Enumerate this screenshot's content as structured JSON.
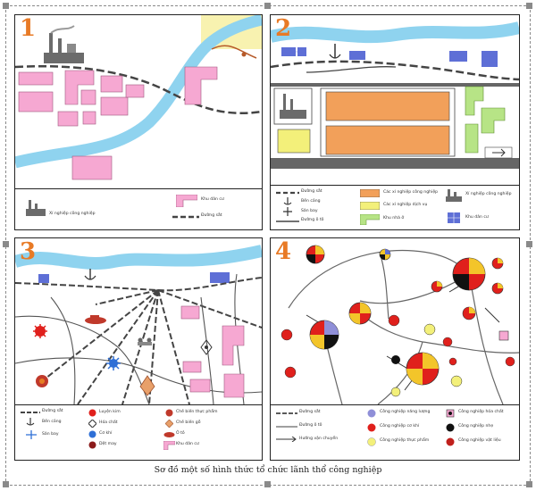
{
  "caption": "Sơ đồ một số hình thức tổ chức lãnh thổ công nghiệp",
  "colors": {
    "river": "#8fd3ef",
    "pink": "#f6a8d2",
    "orange": "#f2a05a",
    "yellow": "#f3f07a",
    "green": "#b7e486",
    "blue": "#5e6fd6",
    "red": "#e0201c",
    "purple": "#8f8fd8",
    "border": "#222222"
  },
  "panels": [
    {
      "number": "1",
      "legend": [
        {
          "icon": "factory-icon",
          "label": "Xí nghiệp công nghiệp"
        },
        {
          "icon": "pink-block-icon",
          "label": "Khu dân cư"
        },
        {
          "icon": "railway-icon",
          "label": "Đường sắt"
        }
      ]
    },
    {
      "number": "2",
      "legend": [
        {
          "icon": "railway-icon",
          "label": "Đường sắt"
        },
        {
          "icon": "port-icon",
          "label": "Bến cảng"
        },
        {
          "icon": "airport-icon",
          "label": "Sân bay"
        },
        {
          "icon": "road-icon",
          "label": "Đường ô tô"
        },
        {
          "icon": "orange-zone-icon",
          "label": "Các xí nghiệp công nghiệp"
        },
        {
          "icon": "yellow-zone-icon",
          "label": "Các xí nghiệp dịch vụ"
        },
        {
          "icon": "green-zone-icon",
          "label": "Khu nhà ở"
        },
        {
          "icon": "factory-icon",
          "label": "Xí nghiệp công nghiệp"
        },
        {
          "icon": "blue-block-icon",
          "label": "Khu dân cư"
        }
      ]
    },
    {
      "number": "3",
      "legend": [
        {
          "icon": "railway-icon",
          "label": "Đường sắt"
        },
        {
          "icon": "port-icon",
          "label": "Bến cảng"
        },
        {
          "icon": "airport-icon",
          "label": "Sân bay"
        },
        {
          "icon": "metallurgy-icon",
          "label": "Luyện kim"
        },
        {
          "icon": "chemistry-icon",
          "label": "Hóa chất"
        },
        {
          "icon": "mechanical-icon",
          "label": "Cơ khí"
        },
        {
          "icon": "textile-icon",
          "label": "Dệt may"
        },
        {
          "icon": "food-icon",
          "label": "Chế biến thực phẩm"
        },
        {
          "icon": "wood-icon",
          "label": "Chế biến gỗ"
        },
        {
          "icon": "automobile-icon",
          "label": "Ô tô"
        },
        {
          "icon": "pink-block-icon",
          "label": "Khu dân cư"
        }
      ]
    },
    {
      "number": "4",
      "legend": [
        {
          "icon": "railway-icon",
          "label": "Đường sắt"
        },
        {
          "icon": "road-icon",
          "label": "Đường ô tô"
        },
        {
          "icon": "flow-arrow-icon",
          "label": "Hướng vận chuyển"
        },
        {
          "icon": "purple-dot-icon",
          "label": "Công nghiệp năng lượng"
        },
        {
          "icon": "red-dot-icon",
          "label": "Công nghiệp cơ khí"
        },
        {
          "icon": "yellow-dot-icon",
          "label": "Công nghiệp thực phẩm"
        },
        {
          "icon": "black-dot-icon",
          "label": "Công nghiệp hóa chất"
        },
        {
          "icon": "orange-dot-icon",
          "label": "Công nghiệp nhẹ"
        },
        {
          "icon": "darkred-dot-icon",
          "label": "Công nghiệp vật liệu"
        }
      ]
    }
  ]
}
